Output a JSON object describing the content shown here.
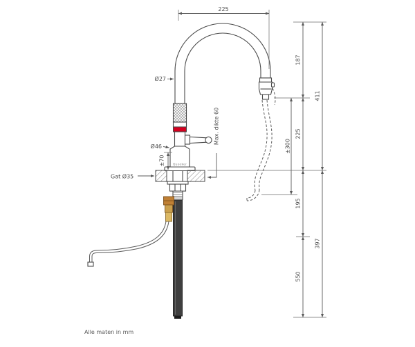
{
  "drawing": {
    "footer_note": "Alle maten in mm",
    "brand": "Quooker",
    "callouts": {
      "spout_diameter": "Ø27",
      "body_diameter": "Ø46",
      "body_height": "±70",
      "hole_diameter": "Gat Ø35",
      "max_counter_thickness": "Max. dikte 60",
      "hose_extension": "±300"
    },
    "dimensions": {
      "top_width": "225",
      "right_inner": [
        "187",
        "225",
        "195",
        "550"
      ],
      "right_outer": [
        "411",
        "397"
      ]
    },
    "colors": {
      "line": "#4a4a4a",
      "red_band": "#d5001f",
      "brass": "#c08035",
      "brass_mid": "#caa04e",
      "brass_light": "#dcb964",
      "tube": "#3f3f3f"
    }
  }
}
